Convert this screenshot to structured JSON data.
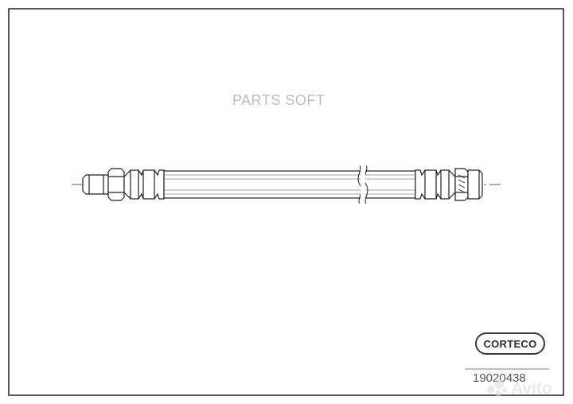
{
  "watermark": {
    "text": "PARTS SOFT"
  },
  "brand_logo": {
    "text": "CORTECO"
  },
  "part_number": {
    "text": "19020438"
  },
  "avito_watermark": {
    "text": "Avito"
  },
  "colors": {
    "line": "#222222",
    "watermark": "#bdbdbd",
    "avito": "#d9d9d9"
  },
  "icons": [
    "brake-hose-drawing",
    "corteco-logo",
    "avito-logo-icon"
  ]
}
